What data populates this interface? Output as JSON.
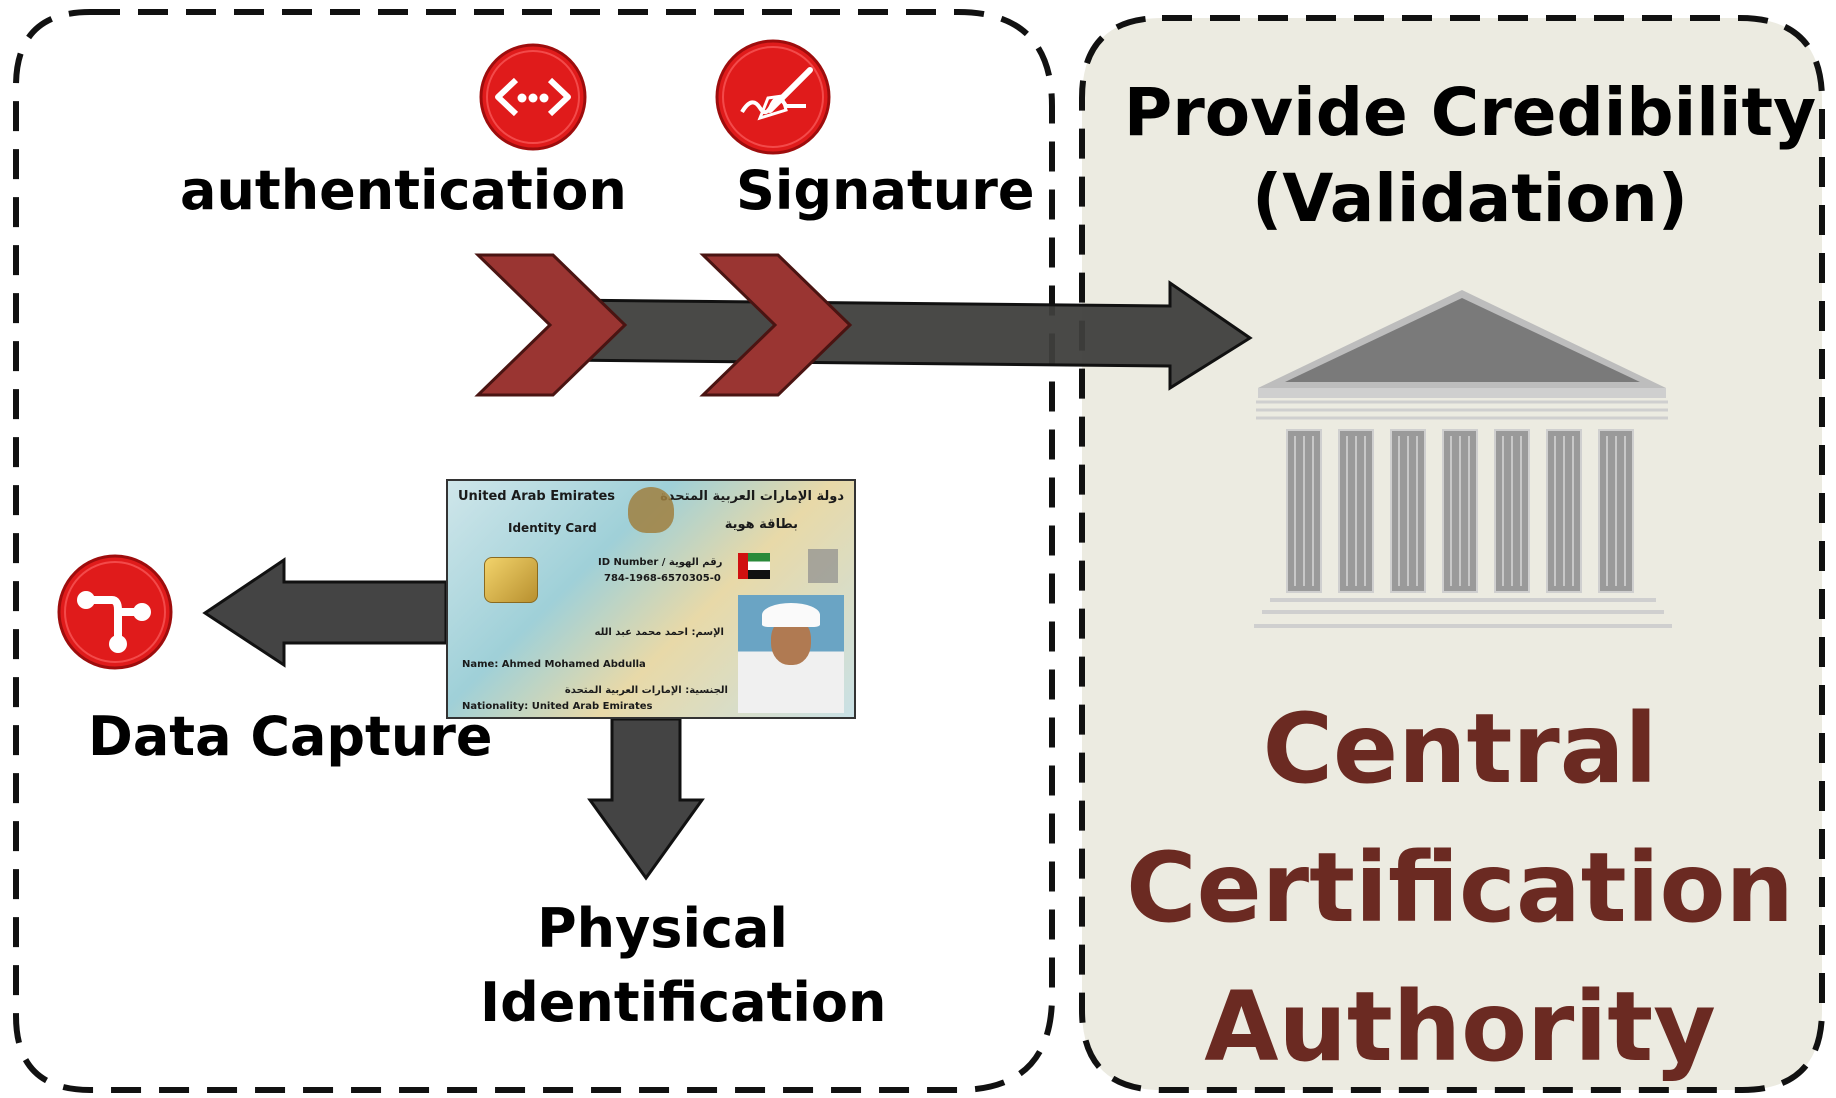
{
  "colors": {
    "panel_fill": "#ecebe1",
    "chevron_red": "#9a3532",
    "arrow_dark": "#3d3d3d",
    "icon_red": "#e01b1b",
    "authority_text": "#6b2a22"
  },
  "icons": {
    "authentication": "code-dots-icon",
    "signature": "hand-signature-icon",
    "data_capture": "branch-nodes-icon",
    "authority": "government-building-icon"
  },
  "labels": {
    "authentication": "authentication",
    "signature": "Signature",
    "data_capture": "Data Capture",
    "physical_line1": "Physical",
    "physical_line2": "Identification"
  },
  "panel": {
    "title_line1": "Provide Credibility",
    "title_line2": "(Validation)",
    "authority_line1": "Central",
    "authority_line2": "Certification",
    "authority_line3": "Authority"
  },
  "id_card": {
    "country_en": "United Arab Emirates",
    "country_ar": "دولة الإمارات العربية المتحدة",
    "card_type_en": "Identity Card",
    "card_type_ar": "بطاقة هوية",
    "id_number_label": "ID Number / رقم الهوية",
    "id_number": "784-1968-6570305-0",
    "name_ar": "الإسم: احمد محمد عبد الله",
    "name_en": "Name: Ahmed Mohamed Abdulla",
    "nationality_ar": "الجنسية: الإمارات العربية المتحدة",
    "nationality_en": "Nationality: United Arab Emirates"
  }
}
